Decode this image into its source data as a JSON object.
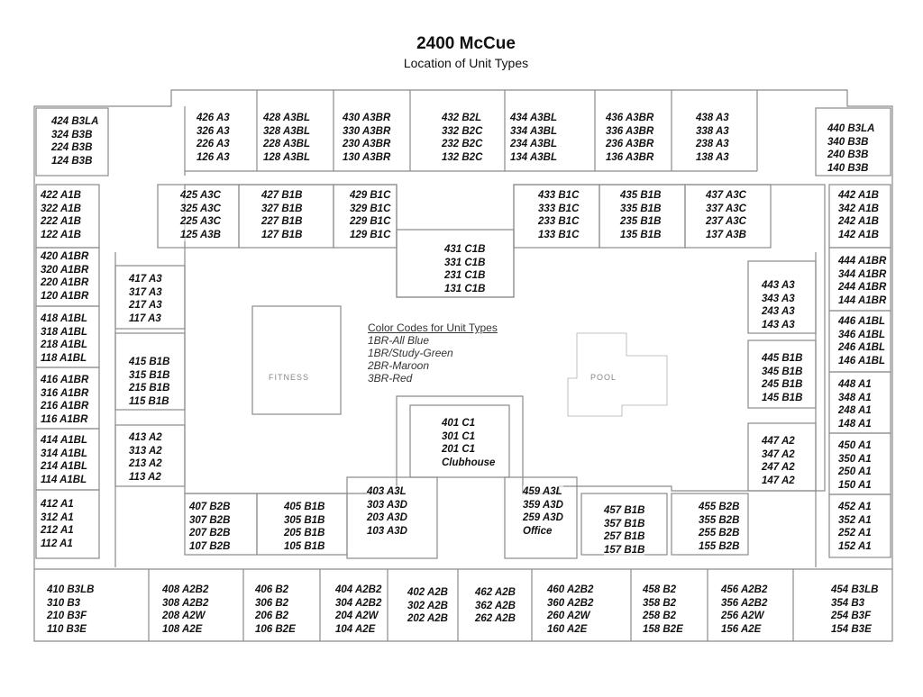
{
  "header": {
    "title": "2400 McCue",
    "subtitle": "Location of Unit Types"
  },
  "legend": {
    "heading": "Color Codes for Unit Types",
    "items": [
      "1BR-All Blue",
      "1BR/Study-Green",
      "2BR-Maroon",
      "3BR-Red"
    ]
  },
  "amenities": {
    "fitness": "FITNESS",
    "pool": "POOL"
  },
  "unit_groups": [
    [
      "424 B3LA",
      "324 B3B",
      "224 B3B",
      "124 B3B"
    ],
    [
      "426 A3",
      "326 A3",
      "226 A3",
      "126 A3"
    ],
    [
      "428 A3BL",
      "328 A3BL",
      "228 A3BL",
      "128 A3BL"
    ],
    [
      "430 A3BR",
      "330 A3BR",
      "230 A3BR",
      "130 A3BR"
    ],
    [
      "432 B2L",
      "332 B2C",
      "232 B2C",
      "132 B2C"
    ],
    [
      "434 A3BL",
      "334 A3BL",
      "234 A3BL",
      "134 A3BL"
    ],
    [
      "436 A3BR",
      "336 A3BR",
      "236 A3BR",
      "136 A3BR"
    ],
    [
      "438 A3",
      "338 A3",
      "238 A3",
      "138 A3"
    ],
    [
      "440 B3LA",
      "340 B3B",
      "240 B3B",
      "140 B3B"
    ],
    [
      "422 A1B",
      "322 A1B",
      "222 A1B",
      "122 A1B"
    ],
    [
      "425 A3C",
      "325 A3C",
      "225 A3C",
      "125 A3B"
    ],
    [
      "427 B1B",
      "327 B1B",
      "227 B1B",
      "127 B1B"
    ],
    [
      "429 B1C",
      "329 B1C",
      "229 B1C",
      "129 B1C"
    ],
    [
      "431 C1B",
      "331 C1B",
      "231 C1B",
      "131 C1B"
    ],
    [
      "433 B1C",
      "333 B1C",
      "233 B1C",
      "133 B1C"
    ],
    [
      "435 B1B",
      "335 B1B",
      "235 B1B",
      "135 B1B"
    ],
    [
      "437 A3C",
      "337 A3C",
      "237 A3C",
      "137 A3B"
    ],
    [
      "442 A1B",
      "342 A1B",
      "242 A1B",
      "142 A1B"
    ],
    [
      "420 A1BR",
      "320 A1BR",
      "220 A1BR",
      "120 A1BR"
    ],
    [
      "418 A1BL",
      "318 A1BL",
      "218 A1BL",
      "118 A1BL"
    ],
    [
      "416 A1BR",
      "316 A1BR",
      "216 A1BR",
      "116 A1BR"
    ],
    [
      "414 A1BL",
      "314 A1BL",
      "214 A1BL",
      "114 A1BL"
    ],
    [
      "412 A1",
      "312 A1",
      "212 A1",
      "112 A1"
    ],
    [
      "417 A3",
      "317 A3",
      "217 A3",
      "117 A3"
    ],
    [
      "415 B1B",
      "315 B1B",
      "215 B1B",
      "115 B1B"
    ],
    [
      "413 A2",
      "313 A2",
      "213 A2",
      "113 A2"
    ],
    [
      "444 A1BR",
      "344 A1BR",
      "244 A1BR",
      "144 A1BR"
    ],
    [
      "446 A1BL",
      "346 A1BL",
      "246 A1BL",
      "146 A1BL"
    ],
    [
      "448 A1",
      "348 A1",
      "248 A1",
      "148 A1"
    ],
    [
      "450 A1",
      "350 A1",
      "250 A1",
      "150 A1"
    ],
    [
      "452 A1",
      "352 A1",
      "252 A1",
      "152 A1"
    ],
    [
      "443 A3",
      "343 A3",
      "243 A3",
      "143 A3"
    ],
    [
      "445 B1B",
      "345 B1B",
      "245 B1B",
      "145 B1B"
    ],
    [
      "447 A2",
      "347 A2",
      "247 A2",
      "147 A2"
    ],
    [
      "401 C1",
      "301 C1",
      "201 C1",
      "Clubhouse"
    ],
    [
      "403 A3L",
      "303 A3D",
      "203 A3D",
      "103 A3D"
    ],
    [
      "459 A3L",
      "359 A3D",
      "259 A3D",
      "Office"
    ],
    [
      "407 B2B",
      "307 B2B",
      "207 B2B",
      "107 B2B"
    ],
    [
      "405 B1B",
      "305 B1B",
      "205 B1B",
      "105 B1B"
    ],
    [
      "457 B1B",
      "357 B1B",
      "257 B1B",
      "157 B1B"
    ],
    [
      "455 B2B",
      "355 B2B",
      "255 B2B",
      "155 B2B"
    ],
    [
      "410 B3LB",
      "310 B3",
      "210 B3F",
      "110 B3E"
    ],
    [
      "408 A2B2",
      "308 A2B2",
      "208 A2W",
      "108 A2E"
    ],
    [
      "406 B2",
      "306 B2",
      "206 B2",
      "106 B2E"
    ],
    [
      "404 A2B2",
      "304 A2B2",
      "204 A2W",
      "104 A2E"
    ],
    [
      "402 A2B",
      "302 A2B",
      "202 A2B"
    ],
    [
      "462 A2B",
      "362 A2B",
      "262 A2B"
    ],
    [
      "460 A2B2",
      "360 A2B2",
      "260 A2W",
      "160 A2E"
    ],
    [
      "458 B2",
      "358 B2",
      "258 B2",
      "158 B2E"
    ],
    [
      "456 A2B2",
      "356 A2B2",
      "256 A2W",
      "156 A2E"
    ],
    [
      "454 B3LB",
      "354 B3",
      "254 B3F",
      "154 B3E"
    ]
  ]
}
